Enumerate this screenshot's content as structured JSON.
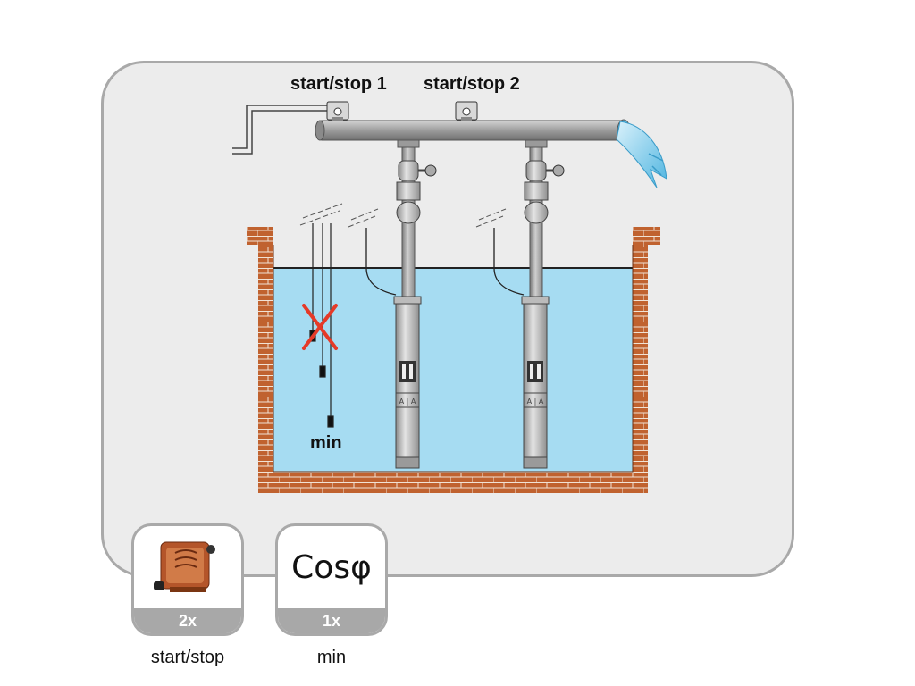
{
  "labels": {
    "start_stop_1": "start/stop 1",
    "start_stop_2": "start/stop 2",
    "min": "min"
  },
  "tiles": [
    {
      "count": "2x",
      "caption": "start/stop",
      "icon": "float-switch-icon"
    },
    {
      "count": "1x",
      "caption": "min",
      "symbol": "Cosφ",
      "icon": "cos-phi-icon"
    }
  ],
  "colors": {
    "water": "#a6dcf2",
    "brick": "#c0622f",
    "pipe": "#a2a2a2",
    "pump": "#c4c4c4",
    "cross": "#e53a28",
    "frame_bg": "#ececec",
    "frame_border": "#a9a9a9",
    "tile_band": "#a8a8a8"
  }
}
